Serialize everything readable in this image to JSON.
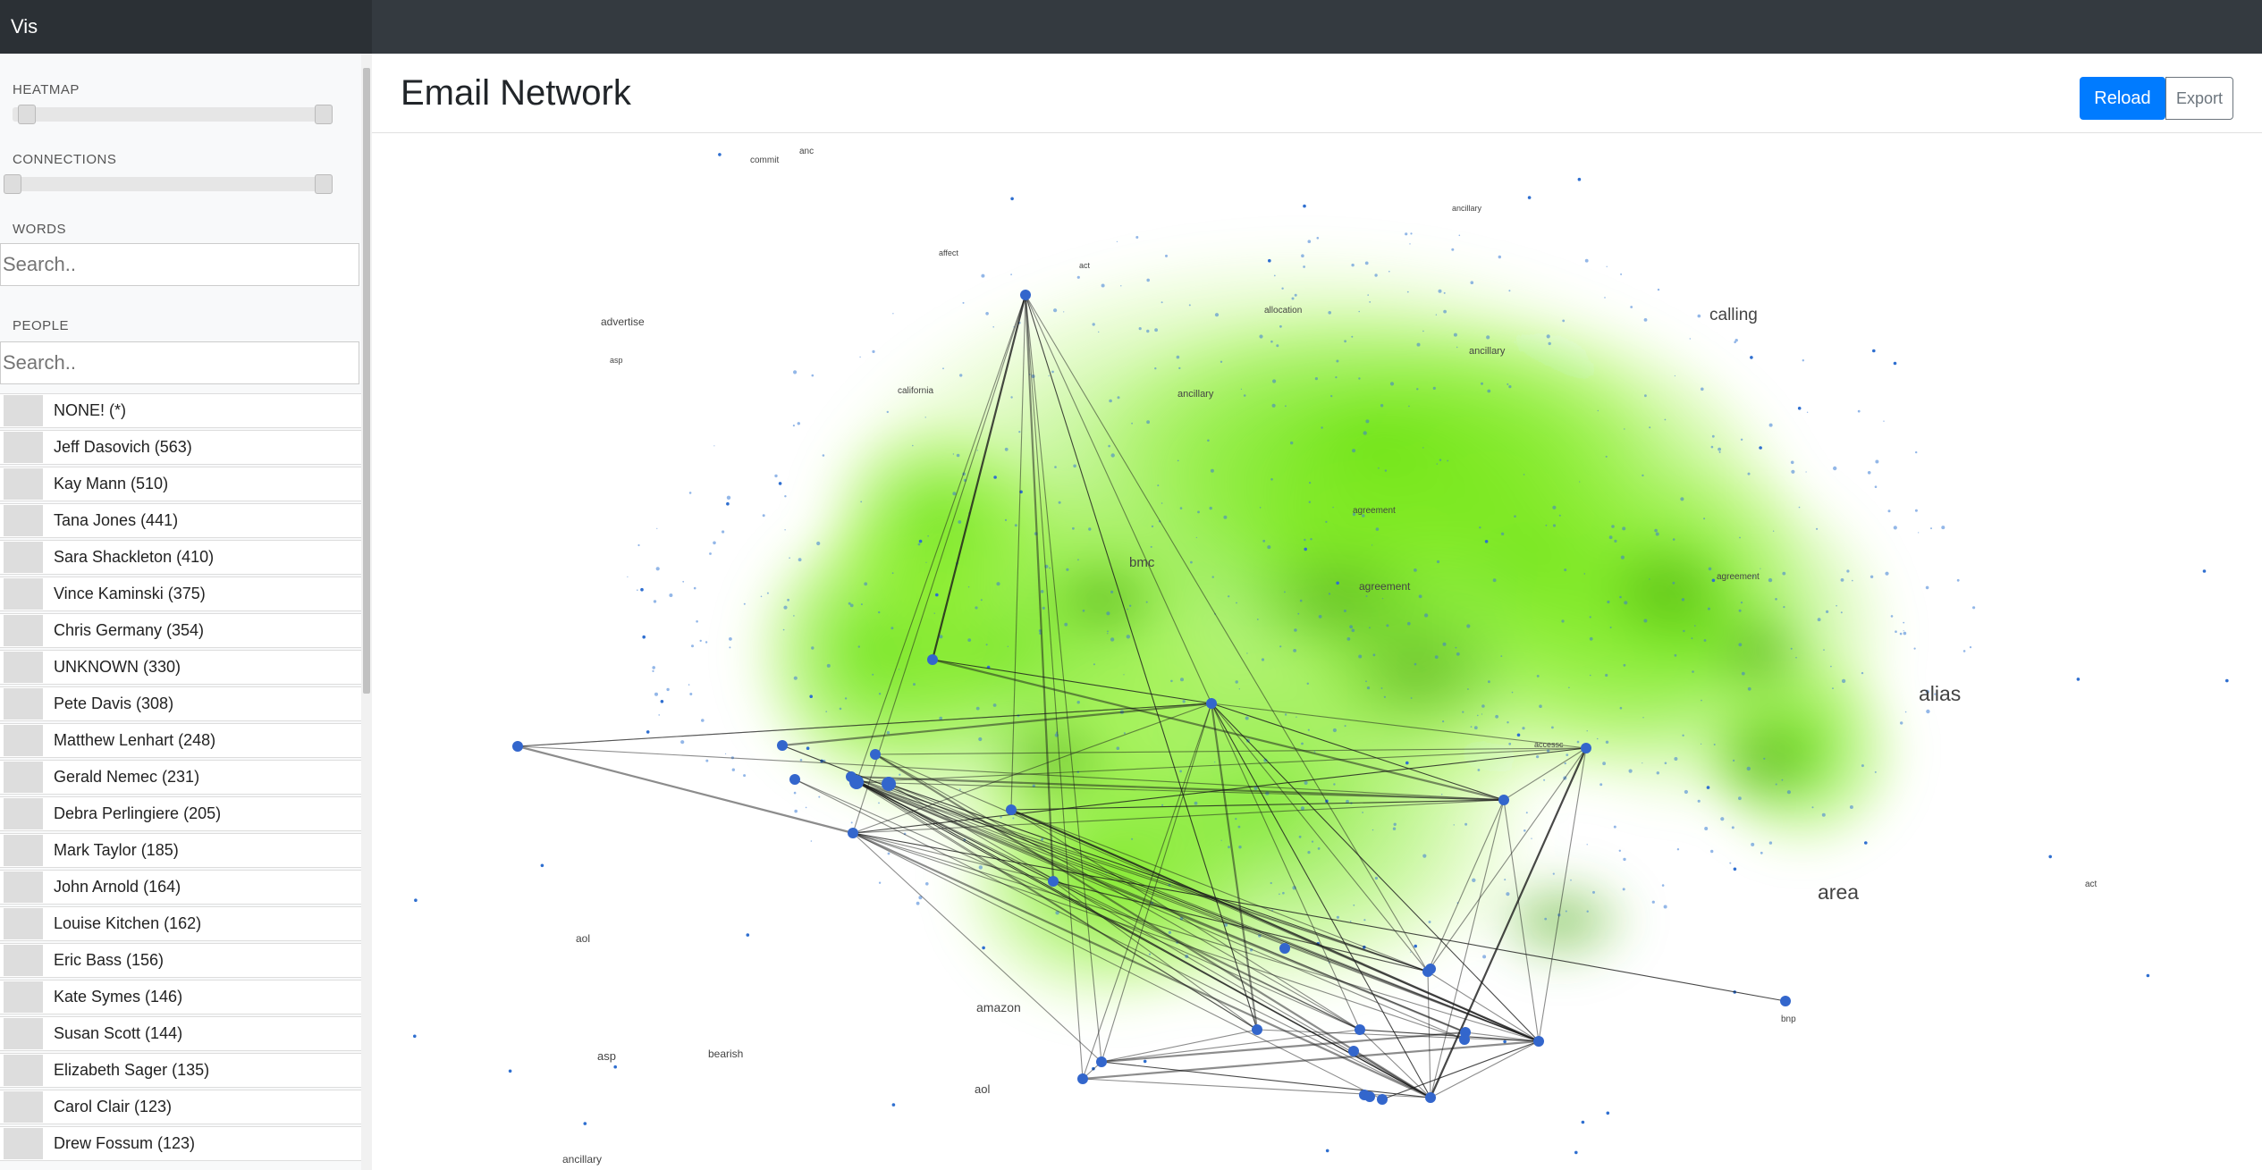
{
  "app": {
    "brand": "Vis"
  },
  "sidebar": {
    "heatmap_label": "HEATMAP",
    "connections_label": "CONNECTIONS",
    "words_label": "WORDS",
    "words_placeholder": "Search..",
    "people_label": "PEOPLE",
    "people_placeholder": "Search..",
    "people": [
      {
        "label": "NONE! (*)"
      },
      {
        "label": "Jeff Dasovich (563)"
      },
      {
        "label": "Kay Mann (510)"
      },
      {
        "label": "Tana Jones (441)"
      },
      {
        "label": "Sara Shackleton (410)"
      },
      {
        "label": "Vince Kaminski (375)"
      },
      {
        "label": "Chris Germany (354)"
      },
      {
        "label": "UNKNOWN (330)"
      },
      {
        "label": "Pete Davis (308)"
      },
      {
        "label": "Matthew Lenhart (248)"
      },
      {
        "label": "Gerald Nemec (231)"
      },
      {
        "label": "Debra Perlingiere (205)"
      },
      {
        "label": "Mark Taylor (185)"
      },
      {
        "label": "John Arnold (164)"
      },
      {
        "label": "Louise Kitchen (162)"
      },
      {
        "label": "Eric Bass (156)"
      },
      {
        "label": "Kate Symes (146)"
      },
      {
        "label": "Susan Scott (144)"
      },
      {
        "label": "Elizabeth Sager (135)"
      },
      {
        "label": "Carol Clair (123)"
      },
      {
        "label": "Drew Fossum (123)"
      }
    ]
  },
  "main": {
    "title": "Email Network",
    "reload_label": "Reload",
    "export_label": "Export"
  },
  "map_words": [
    {
      "text": "commit"
    },
    {
      "text": "anc"
    },
    {
      "text": "affect"
    },
    {
      "text": "act"
    },
    {
      "text": "ancillary"
    },
    {
      "text": "allocation"
    },
    {
      "text": "advertise"
    },
    {
      "text": "asp"
    },
    {
      "text": "california"
    },
    {
      "text": "ancillary"
    },
    {
      "text": "calling"
    },
    {
      "text": "ancillary"
    },
    {
      "text": "bmc"
    },
    {
      "text": "agreement"
    },
    {
      "text": "agreement"
    },
    {
      "text": "agreement"
    },
    {
      "text": "alias"
    },
    {
      "text": "accessc"
    },
    {
      "text": "area"
    },
    {
      "text": "act"
    },
    {
      "text": "aol"
    },
    {
      "text": "amazon"
    },
    {
      "text": "asp"
    },
    {
      "text": "bearish"
    },
    {
      "text": "aol"
    },
    {
      "text": "bnp"
    },
    {
      "text": "ancillary"
    }
  ],
  "colors": {
    "heat": "#5fe000",
    "node": "#3366cc",
    "edge": "#1a1a1a",
    "accent": "#007bff"
  }
}
